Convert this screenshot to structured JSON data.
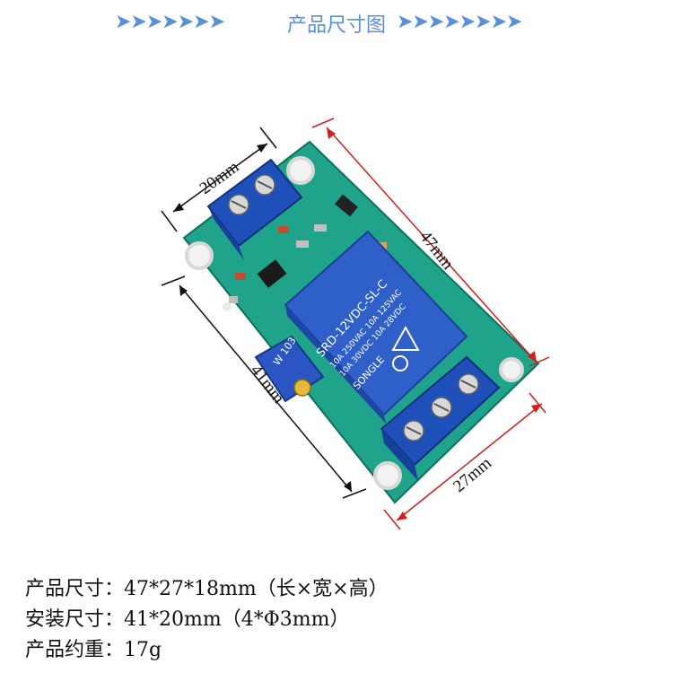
{
  "header": {
    "title": "产品尺寸图",
    "arrows_left": "➤➤➤➤➤➤➤",
    "arrows_right": "➤➤➤➤➤➤➤➤"
  },
  "dimensions": {
    "terminal_width": "20mm",
    "length": "47mm",
    "mount_length": "41mm",
    "width": "27mm"
  },
  "relay": {
    "brand": "SONGLE",
    "model": "SRD-12VDC-SL-C",
    "rating_1": "10A 250VAC 10A 125VAC",
    "rating_2": "10A 30VDC 10A 28VDC",
    "pot_label": "W 103"
  },
  "specs": [
    {
      "label": "产品尺寸：",
      "value": "47*27*18mm（长×宽×高）"
    },
    {
      "label": "安装尺寸：",
      "value": "41*20mm（4*Φ3mm）"
    },
    {
      "label": "产品约重：",
      "value": "17g"
    }
  ],
  "colors": {
    "header": "#5b8fd8",
    "pcb": "#1fa38a",
    "relay": "#2f5fc9",
    "terminal": "#1f4fb8",
    "dimension_red": "#d21f1f"
  }
}
